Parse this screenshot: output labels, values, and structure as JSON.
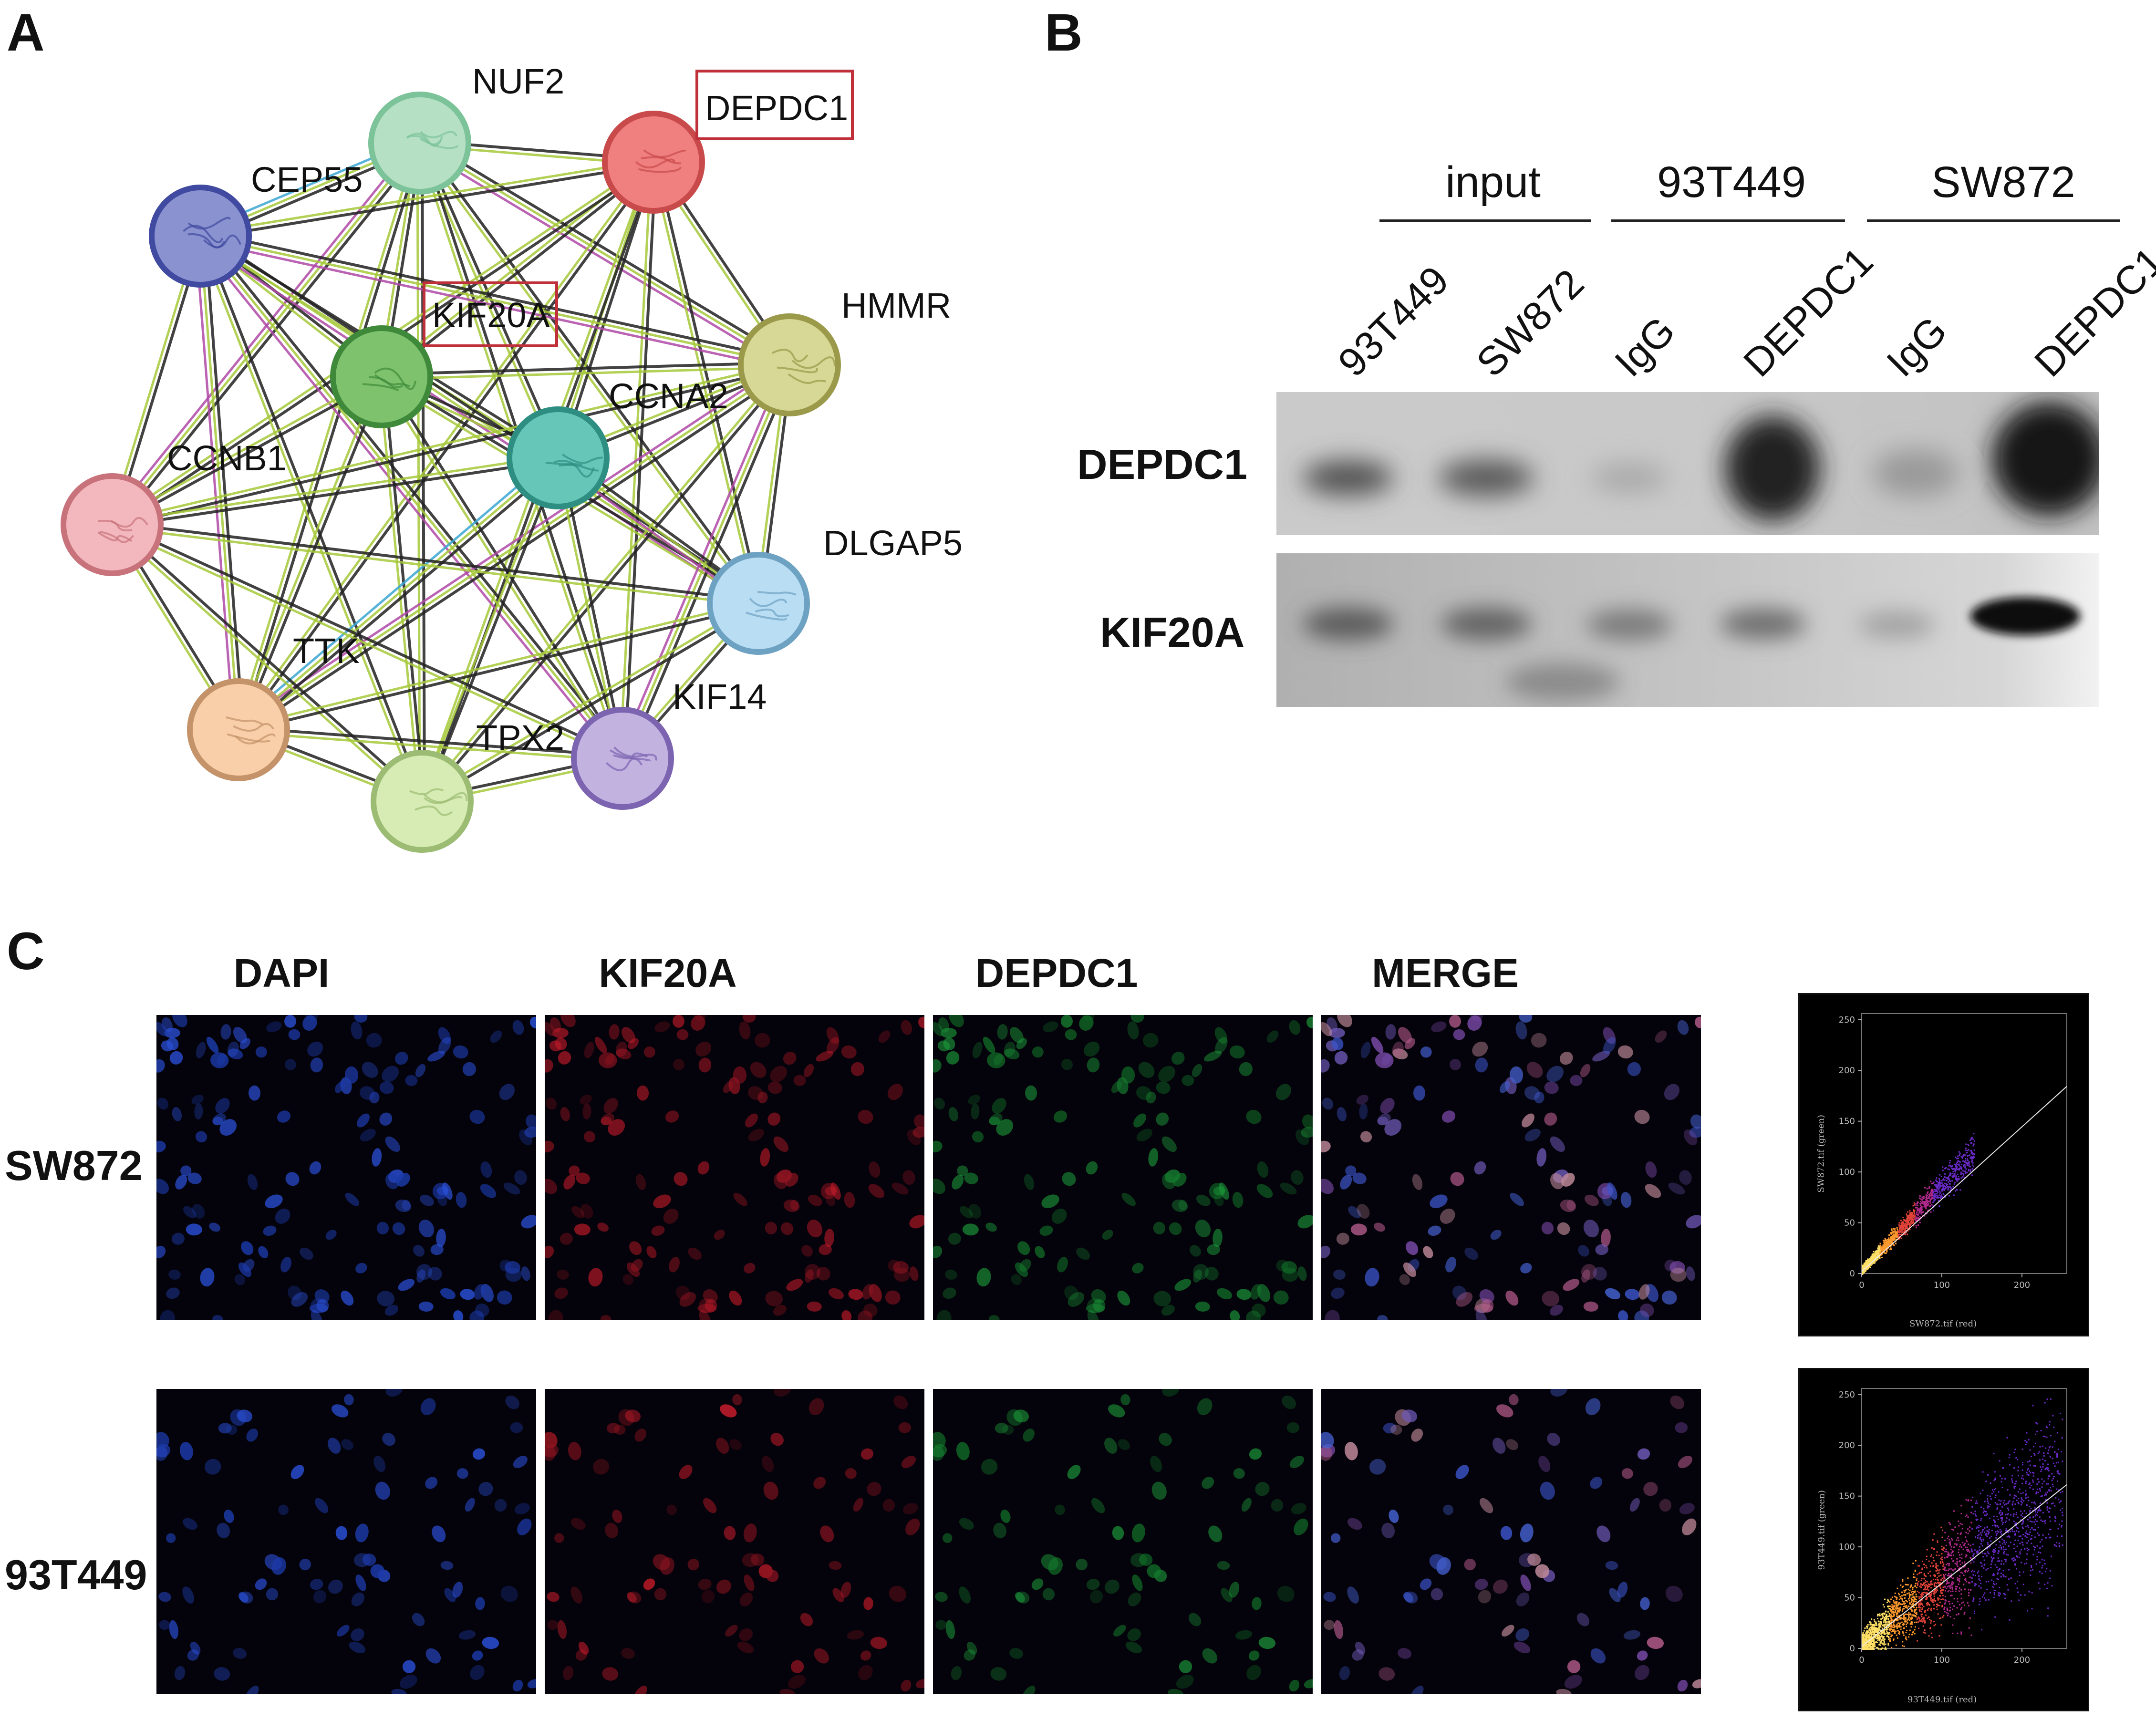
{
  "panels": {
    "a": "A",
    "b": "B",
    "c": "C"
  },
  "network": {
    "nodes": [
      {
        "id": "NUF2",
        "label": "NUF2",
        "color": "#b6e0c4",
        "ring": "#7cc39a",
        "boxed": false
      },
      {
        "id": "DEPDC1",
        "label": "DEPDC1",
        "color": "#f08080",
        "ring": "#c94a4a",
        "boxed": true
      },
      {
        "id": "CEP55",
        "label": "CEP55",
        "color": "#8b92d0",
        "ring": "#3f4aa0",
        "boxed": false
      },
      {
        "id": "KIF20A",
        "label": "KIF20A",
        "color": "#7ec26d",
        "ring": "#3f8a3a",
        "boxed": true
      },
      {
        "id": "HMMR",
        "label": "HMMR",
        "color": "#d8d896",
        "ring": "#9a9a4a",
        "boxed": false
      },
      {
        "id": "CCNA2",
        "label": "CCNA2",
        "color": "#66c6b8",
        "ring": "#2e8e82",
        "boxed": false
      },
      {
        "id": "CCNB1",
        "label": "CCNB1",
        "color": "#f3b8bd",
        "ring": "#c8737c",
        "boxed": false
      },
      {
        "id": "DLGAP5",
        "label": "DLGAP5",
        "color": "#b9ddf3",
        "ring": "#6ea2c3",
        "boxed": false
      },
      {
        "id": "TTK",
        "label": "TTK",
        "color": "#f8cfa8",
        "ring": "#c5936a",
        "boxed": false
      },
      {
        "id": "TPX2",
        "label": "TPX2",
        "color": "#d7ebb4",
        "ring": "#9bbc72",
        "boxed": false
      },
      {
        "id": "KIF14",
        "label": "KIF14",
        "color": "#c1b2e0",
        "ring": "#7c64b0",
        "boxed": false
      }
    ],
    "edge_colors": [
      "#222222",
      "#a6c93a",
      "#b04aa8",
      "#3aa6d2"
    ]
  },
  "blot": {
    "groups": [
      "input",
      "93T449",
      "SW872"
    ],
    "lanes": [
      "93T449",
      "SW872",
      "IgG",
      "DEPDC1",
      "IgG",
      "DEPDC1"
    ],
    "rows": [
      "DEPDC1",
      "KIF20A"
    ]
  },
  "if": {
    "channels": [
      "DAPI",
      "KIF20A",
      "DEPDC1",
      "MERGE"
    ],
    "rows": [
      "SW872",
      "93T449"
    ],
    "scatter": [
      {
        "ylabel": "SW872.tif (green)",
        "xlabel": "SW872.tif (red)",
        "xticks": [
          "0",
          "100",
          "200"
        ],
        "yticks": [
          "0",
          "50",
          "100",
          "150",
          "200",
          "250"
        ],
        "fit_slope": 0.72,
        "spread": 0.18
      },
      {
        "ylabel": "93T449.tif (green)",
        "xlabel": "93T449.tif (red)",
        "xticks": [
          "0",
          "100",
          "200"
        ],
        "yticks": [
          "0",
          "50",
          "100",
          "150",
          "200",
          "250"
        ],
        "fit_slope": 0.63,
        "spread": 0.55
      }
    ]
  }
}
